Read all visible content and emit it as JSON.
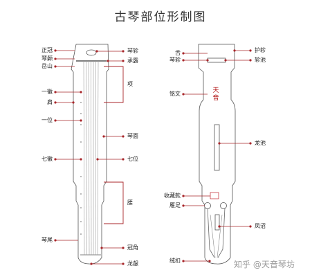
{
  "title": "古琴部位形制图",
  "watermark": "知乎 @天音琴坊",
  "front_labels": {
    "yueshan_top": "正冠",
    "qinsang": "琴颡",
    "yueshan": "岳山",
    "yihui": "一徽",
    "jian": "肩",
    "yiwei": "一位",
    "qihui": "七徽",
    "qinwei": "琴尾",
    "qinzhen": "琴轸",
    "chenglu": "承露",
    "hou": "项",
    "qinmian": "琴面",
    "qiwei": "七位",
    "yao": "腰",
    "guanjiao": "冠角",
    "longyin": "龙龈"
  },
  "back_labels": {
    "she": "舌",
    "qinzhen": "琴轸",
    "mingwen": "铭文",
    "cangkuan": "收藏款",
    "yanzu": "雁足",
    "jiaozhu": "绒扣",
    "huchen": "护轸",
    "zhenchi": "轸池",
    "longchi": "龙池",
    "fengzhao": "凤沼"
  },
  "seal_text": "天音",
  "colors": {
    "leader": "#a8262a",
    "outline": "#555555",
    "string": "#9a9a9a",
    "seal": "#c0222a"
  }
}
